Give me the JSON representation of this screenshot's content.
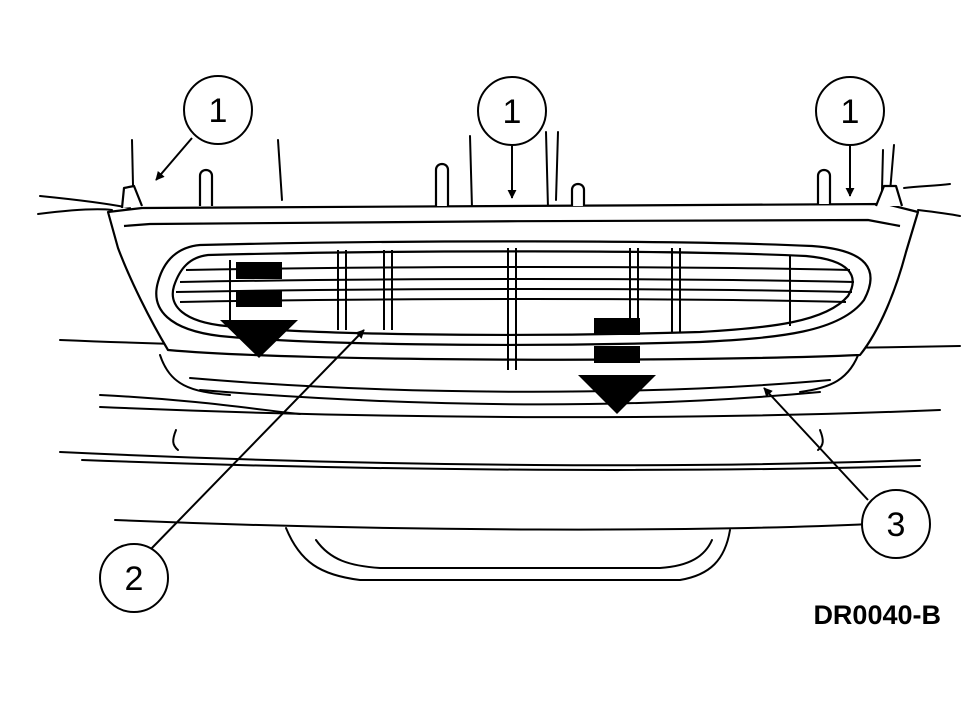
{
  "figure": {
    "code": "DR0040-B",
    "line_color": "#000000",
    "background": "#ffffff"
  },
  "callouts": [
    {
      "id": "c1a",
      "label": "1"
    },
    {
      "id": "c1b",
      "label": "1"
    },
    {
      "id": "c1c",
      "label": "1"
    },
    {
      "id": "c2",
      "label": "2"
    },
    {
      "id": "c3",
      "label": "3"
    }
  ],
  "motion_arrows": [
    {
      "id": "left",
      "direction": "down"
    },
    {
      "id": "right",
      "direction": "down"
    }
  ]
}
